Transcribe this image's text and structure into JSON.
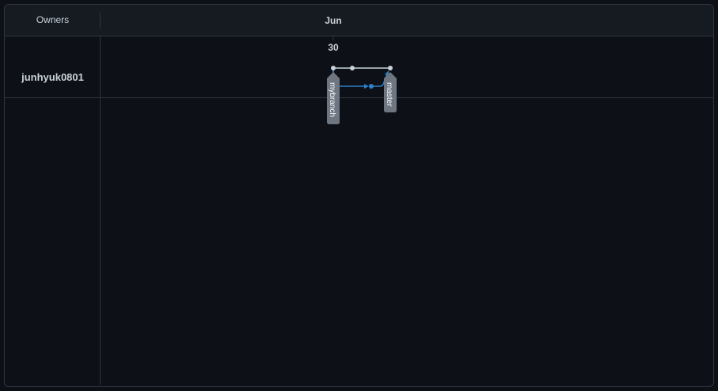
{
  "header": {
    "owners_label": "Owners",
    "month_label": "Jun"
  },
  "rows": [
    {
      "owner": "junhyuk0801",
      "day_label": "30",
      "branches": [
        {
          "name": "mybranch"
        },
        {
          "name": "master"
        }
      ]
    }
  ],
  "colors": {
    "background": "#0d1117",
    "header_bg": "#161b22",
    "border": "#30363d",
    "master_line": "#c9d1d9",
    "branch_line": "#2f81c7",
    "label_bg": "#6e7681"
  }
}
